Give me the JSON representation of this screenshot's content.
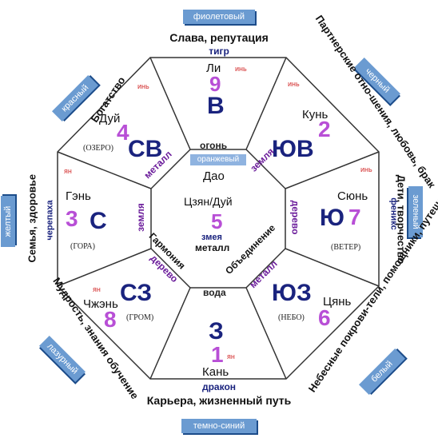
{
  "colors": {
    "purple": "#b84fd6",
    "navy": "#1a237e",
    "yin_red": "#d32f2f",
    "tag_blue": "#6b9bd1",
    "orange_tag": "#8fb3e0"
  },
  "center": {
    "title": "Дао",
    "name": "Цзян/Дуй",
    "number": "5",
    "animal": "змея",
    "element": "металл",
    "orange_tag": "оранжевый"
  },
  "sectors": {
    "top": {
      "dir": "В",
      "trigram": "Ли",
      "number": "9",
      "yin": "инь",
      "element": "огонь",
      "aspect": "Слава, репутация",
      "animal": "тигр",
      "color_tag": "фиолетовый"
    },
    "topright": {
      "dir": "ЮВ",
      "trigram": "Кунь",
      "number": "2",
      "yin": "инь",
      "element": "земля",
      "aspect": "Партнерские отно-шения, любовь, брак",
      "color_tag": "черный"
    },
    "right": {
      "dir": "Ю",
      "trigram": "Сюнь",
      "number": "7",
      "yin": "инь",
      "element": "дерево",
      "aspect": "Дети, творчество",
      "animal": "феникс",
      "color_tag": "зеленый",
      "note": "(ВЕТЕР)"
    },
    "botright": {
      "dir": "ЮЗ",
      "trigram": "Цянь",
      "number": "6",
      "element": "металл",
      "aspect": "Небесные покрови-тели, помощники, путешествия",
      "color_tag": "белый",
      "note": "(НЕБО)"
    },
    "bottom": {
      "dir": "З",
      "trigram": "Кань",
      "number": "1",
      "yin": "ян",
      "element": "вода",
      "aspect": "Карьера, жизненный путь",
      "animal": "дракон",
      "color_tag": "темно-синий"
    },
    "botleft": {
      "dir": "СЗ",
      "trigram": "Чжэнь",
      "number": "8",
      "yin": "ян",
      "element": "дерево",
      "aspect": "Мудрость, знания обучение",
      "color_tag": "лазурный",
      "note": "(ГРОМ)"
    },
    "left": {
      "dir": "С",
      "trigram": "Гэнь",
      "number": "3",
      "yin": "ян",
      "element": "земля",
      "aspect": "Семья, здоровье",
      "animal": "черепаха",
      "color_tag": "желтый",
      "note": "(ГОРА)"
    },
    "topleft": {
      "dir": "СВ",
      "trigram": "Дуй",
      "number": "4",
      "yin": "инь",
      "element": "металл",
      "aspect": "Богатство",
      "color_tag": "красный",
      "note": "(ОЗЕРО)"
    }
  },
  "inner_labels": {
    "left_bottom": "Гармония",
    "right_bottom": "Объединение"
  }
}
